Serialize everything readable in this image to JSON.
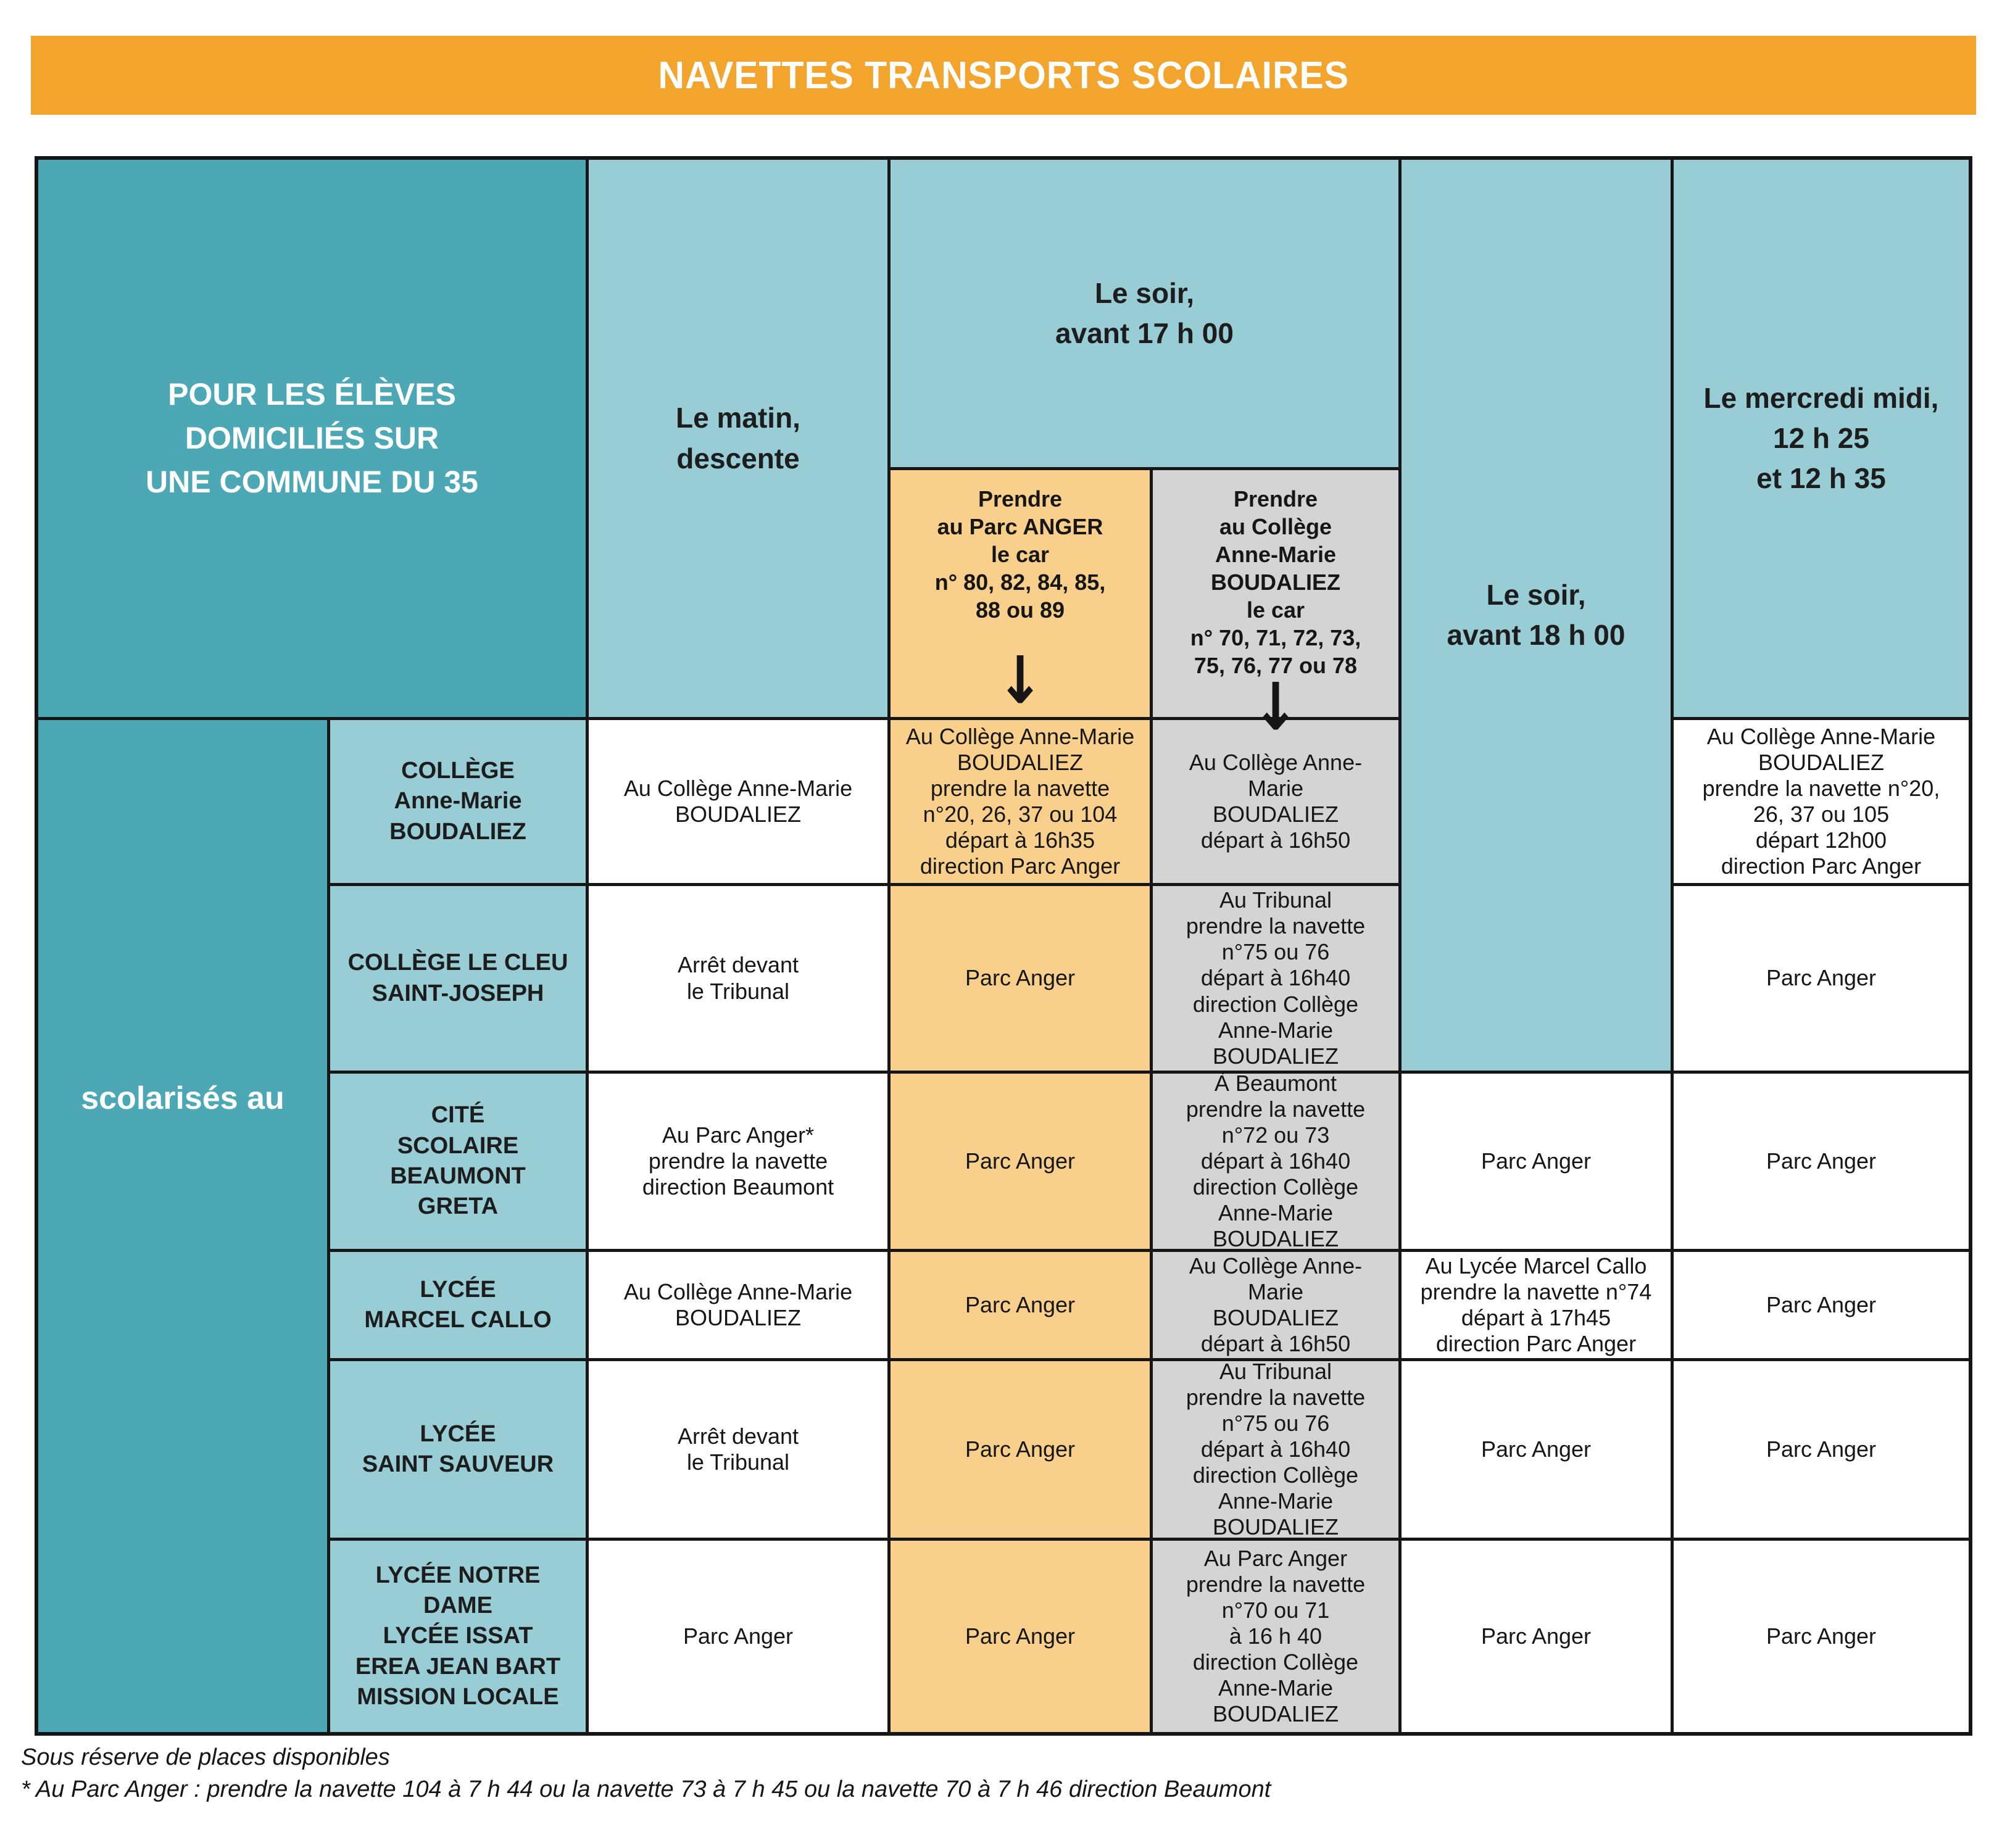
{
  "banner": {
    "title": "NAVETTES TRANSPORTS SCOLAIRES"
  },
  "header": {
    "audience": "POUR LES ÉLÈVES\nDOMICILIÉS SUR\nUNE COMMUNE DU 35",
    "group_label": "scolarisés au",
    "col_matin": "Le matin,\ndescente",
    "col_soir_17": "Le soir,\navant 17 h 00",
    "sub_parc_anger": "Prendre\nau Parc ANGER\nle car\nn° 80, 82, 84, 85,\n88 ou 89",
    "sub_college": "Prendre\nau Collège\nAnne-Marie\nBOUDALIEZ\nle car\nn° 70, 71, 72, 73,\n75, 76, 77 ou 78",
    "arrow": "↓",
    "col_soir_18": "Le soir,\navant 18 h 00",
    "col_mercredi": "Le mercredi midi,\n12 h 25\net 12 h 35"
  },
  "rows": [
    {
      "school": "COLLÈGE\nAnne-Marie BOUDALIEZ",
      "matin": "Au Collège Anne-Marie\nBOUDALIEZ",
      "soir17_parc_anger": "Au Collège Anne-Marie\nBOUDALIEZ\nprendre la navette\nn°20, 26, 37 ou 104\ndépart à 16h35\ndirection Parc Anger",
      "soir17_college": "Au Collège Anne-Marie\nBOUDALIEZ\ndépart à 16h50",
      "mercredi": "Au Collège Anne-Marie\nBOUDALIEZ\nprendre la navette n°20,\n26, 37 ou 105\ndépart 12h00\ndirection Parc Anger"
    },
    {
      "school": "COLLÈGE LE CLEU\nSAINT-JOSEPH",
      "matin": "Arrêt devant\nle Tribunal",
      "soir17_parc_anger": "Parc Anger",
      "soir17_college": "Au Tribunal\nprendre la navette\nn°75 ou 76\ndépart à 16h40\ndirection Collège\nAnne-Marie\nBOUDALIEZ",
      "mercredi": "Parc Anger"
    },
    {
      "school": "CITÉ\nSCOLAIRE BEAUMONT\nGRETA",
      "matin": "Au Parc Anger*\nprendre la navette\ndirection Beaumont",
      "soir17_parc_anger": "Parc Anger",
      "soir17_college": "À Beaumont\nprendre la navette\nn°72 ou 73\ndépart à 16h40\ndirection Collège\nAnne-Marie\nBOUDALIEZ",
      "soir18": "Parc Anger",
      "mercredi": "Parc Anger"
    },
    {
      "school": "LYCÉE\nMARCEL CALLO",
      "matin": "Au Collège Anne-Marie\nBOUDALIEZ",
      "soir17_parc_anger": "Parc Anger",
      "soir17_college": "Au Collège Anne-Marie\nBOUDALIEZ\ndépart à 16h50",
      "soir18": "Au Lycée Marcel Callo\nprendre la navette n°74\ndépart à 17h45\ndirection Parc Anger",
      "mercredi": "Parc Anger"
    },
    {
      "school": "LYCÉE\nSAINT SAUVEUR",
      "matin": "Arrêt devant\nle Tribunal",
      "soir17_parc_anger": "Parc Anger",
      "soir17_college": "Au Tribunal\nprendre la navette\nn°75 ou 76\ndépart à 16h40\ndirection Collège\nAnne-Marie\nBOUDALIEZ",
      "soir18": "Parc Anger",
      "mercredi": "Parc Anger"
    },
    {
      "school": "LYCÉE NOTRE DAME\nLYCÉE ISSAT\nEREA JEAN BART\nMISSION LOCALE",
      "matin": "Parc Anger",
      "soir17_parc_anger": "Parc Anger",
      "soir17_college": "Au Parc Anger\nprendre la navette\nn°70 ou 71\nà 16 h 40\ndirection Collège\nAnne-Marie\nBOUDALIEZ",
      "soir18": "Parc Anger",
      "mercredi": "Parc Anger"
    }
  ],
  "footer": {
    "note1": "Sous réserve de places disponibles",
    "note2": "* Au Parc Anger : prendre la navette 104 à 7 h 44 ou la navette 73 à 7 h 45 ou la navette 70 à 7 h 46 direction Beaumont"
  },
  "colors": {
    "banner_orange": "#F3A42C",
    "teal_dark": "#4BA8B4",
    "teal_light": "#98CDD5",
    "orange_light": "#F8CF8B",
    "gray": "#D4D4D4",
    "border": "#161616"
  }
}
